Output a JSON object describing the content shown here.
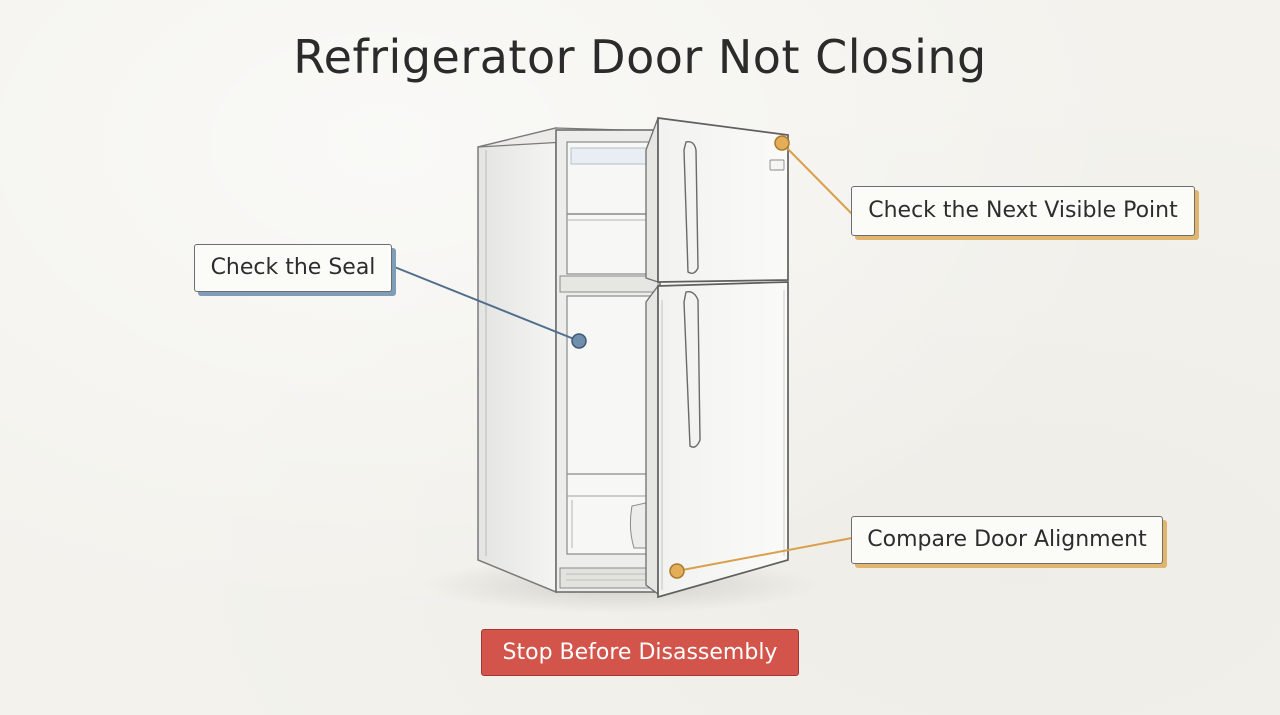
{
  "title": "Refrigerator Door Not Closing",
  "callouts": {
    "seal": {
      "label": "Check the Seal",
      "color": "#4f6e8c"
    },
    "next_point": {
      "label": "Check the Next Visible Point",
      "color": "#d9a04c"
    },
    "alignment": {
      "label": "Compare Door Alignment",
      "color": "#d9a04c"
    }
  },
  "warning": {
    "label": "Stop Before Disassembly",
    "color": "#d2544a"
  }
}
